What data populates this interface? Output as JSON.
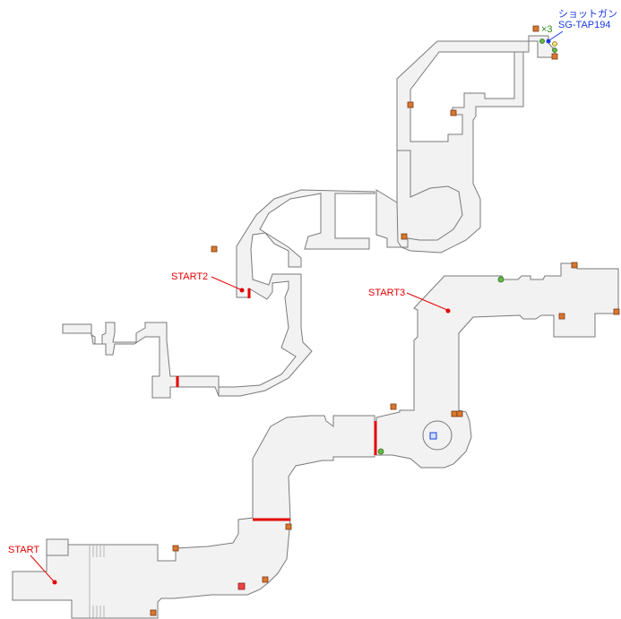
{
  "labels": {
    "start": "START",
    "start2": "START2",
    "start3": "START3",
    "item_name": "ショットガン",
    "item_code": "SG-TAP194",
    "quantity": "×3"
  },
  "colors": {
    "floor": "#f2f2f2",
    "wall": "#7a7a7a",
    "door": "#e60000",
    "item": "#d9772f",
    "start_marker": "#e60000",
    "weapon_marker": "#1a3adf",
    "npc_marker": "#66bb44"
  },
  "icons": {
    "item_box": "square-icon",
    "start_point": "red-dot-icon",
    "save_point": "blue-square-icon",
    "npc_point": "green-dot-icon"
  }
}
